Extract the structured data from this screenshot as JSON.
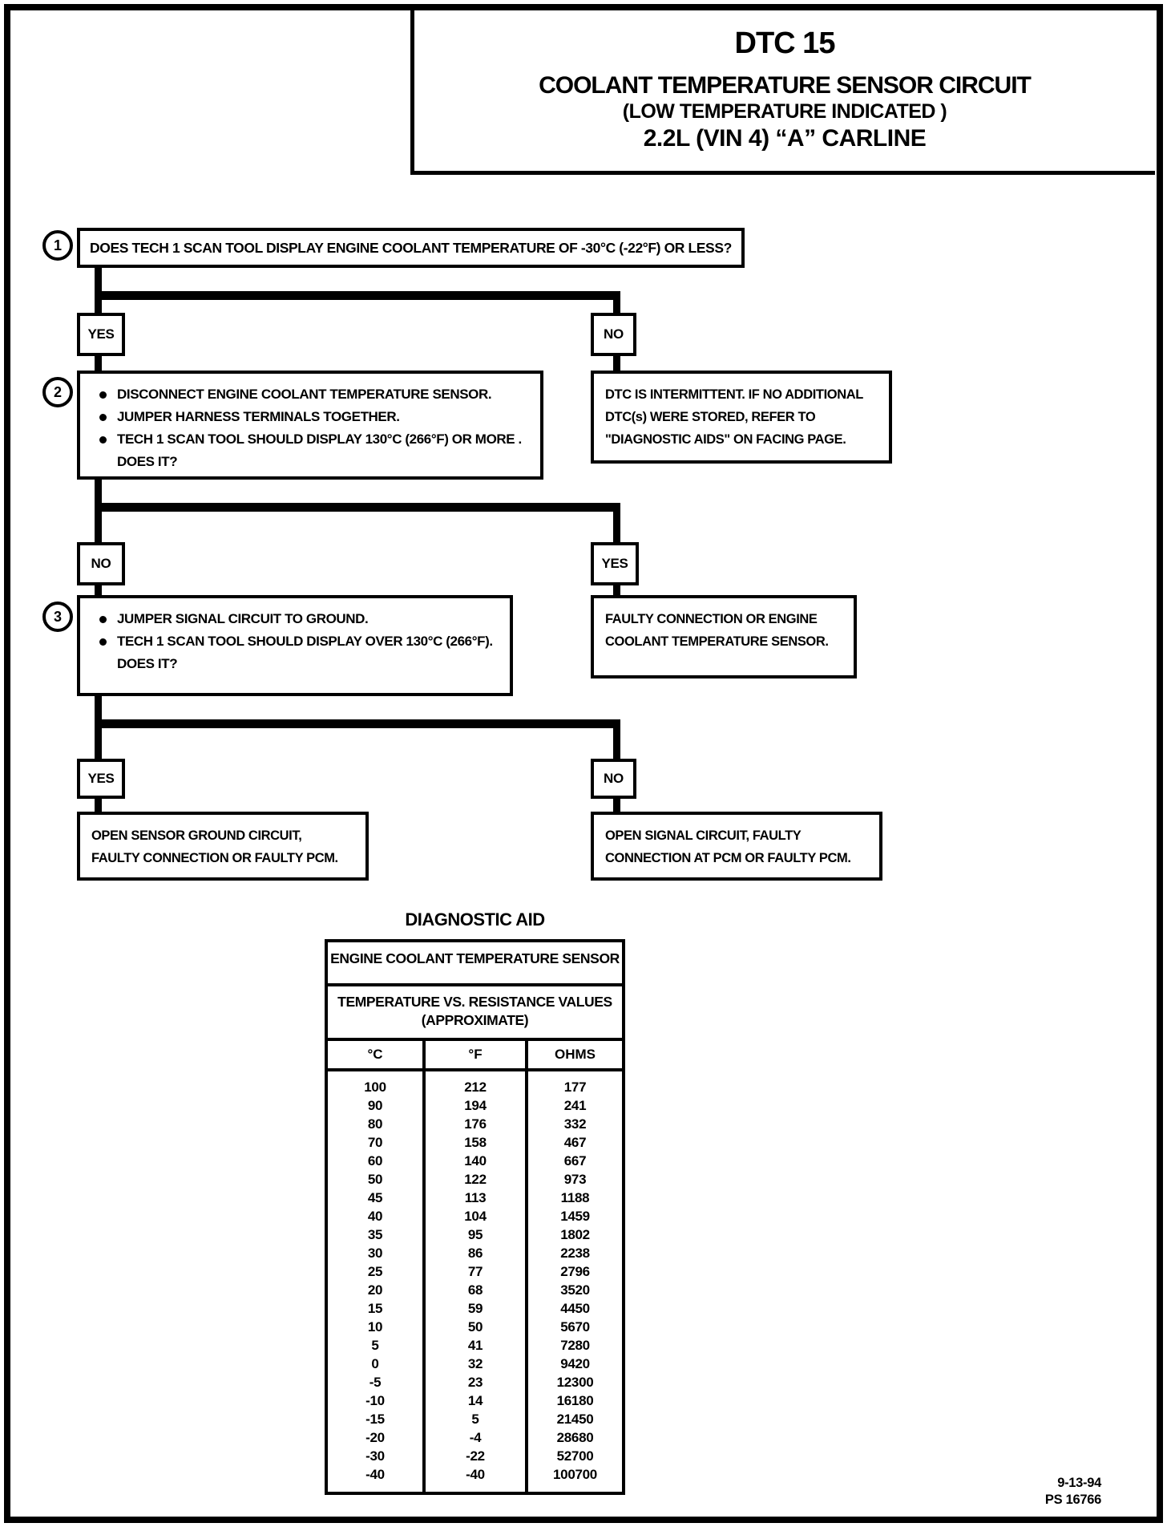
{
  "header": {
    "dtc_code": "DTC 15",
    "title": "COOLANT TEMPERATURE SENSOR CIRCUIT",
    "subtitle": "(LOW TEMPERATURE INDICATED )",
    "engine": "2.2L  (VIN 4)  “A”  CARLINE"
  },
  "flowchart": {
    "step1": {
      "number": "1",
      "question": "DOES TECH 1 SCAN TOOL DISPLAY ENGINE COOLANT TEMPERATURE OF -30°C  (-22°F) OR LESS?",
      "yes_label": "YES",
      "no_label": "NO"
    },
    "step2": {
      "number": "2",
      "bullets": [
        "DISCONNECT ENGINE COOLANT TEMPERATURE SENSOR.",
        "JUMPER HARNESS TERMINALS TOGETHER.",
        "TECH 1 SCAN TOOL SHOULD DISPLAY 130°C (266°F) OR MORE ."
      ],
      "question": "DOES IT?",
      "no_label": "NO",
      "yes_label": "YES"
    },
    "intermittent_result": {
      "lines": [
        "DTC IS INTERMITTENT.  IF NO ADDITIONAL",
        "DTC(s) WERE STORED, REFER TO",
        "\"DIAGNOSTIC AIDS\" ON FACING PAGE."
      ]
    },
    "step3": {
      "number": "3",
      "bullets": [
        "JUMPER SIGNAL CIRCUIT TO GROUND.",
        "TECH 1 SCAN TOOL SHOULD DISPLAY OVER 130°C (266°F)."
      ],
      "question": "DOES IT?",
      "yes_label": "YES",
      "no_label": "NO"
    },
    "faulty_result": {
      "lines": [
        "FAULTY CONNECTION OR ENGINE",
        "COOLANT TEMPERATURE SENSOR."
      ]
    },
    "ground_result": {
      "lines": [
        "OPEN SENSOR GROUND CIRCUIT,",
        "FAULTY CONNECTION OR FAULTY PCM."
      ]
    },
    "signal_result": {
      "lines": [
        "OPEN SIGNAL CIRCUIT, FAULTY",
        "CONNECTION AT PCM OR FAULTY PCM."
      ]
    }
  },
  "diagnostic_aid": {
    "heading": "DIAGNOSTIC AID",
    "table": {
      "title": "ENGINE COOLANT TEMPERATURE SENSOR",
      "subtitle_lines": [
        "TEMPERATURE VS. RESISTANCE VALUES",
        "(APPROXIMATE)"
      ],
      "columns": [
        "°C",
        "°F",
        "OHMS"
      ],
      "rows": [
        [
          "100",
          "212",
          "177"
        ],
        [
          "90",
          "194",
          "241"
        ],
        [
          "80",
          "176",
          "332"
        ],
        [
          "70",
          "158",
          "467"
        ],
        [
          "60",
          "140",
          "667"
        ],
        [
          "50",
          "122",
          "973"
        ],
        [
          "45",
          "113",
          "1188"
        ],
        [
          "40",
          "104",
          "1459"
        ],
        [
          "35",
          "95",
          "1802"
        ],
        [
          "30",
          "86",
          "2238"
        ],
        [
          "25",
          "77",
          "2796"
        ],
        [
          "20",
          "68",
          "3520"
        ],
        [
          "15",
          "59",
          "4450"
        ],
        [
          "10",
          "50",
          "5670"
        ],
        [
          "5",
          "41",
          "7280"
        ],
        [
          "0",
          "32",
          "9420"
        ],
        [
          "-5",
          "23",
          "12300"
        ],
        [
          "-10",
          "14",
          "16180"
        ],
        [
          "-15",
          "5",
          "21450"
        ],
        [
          "-20",
          "-4",
          "28680"
        ],
        [
          "-30",
          "-22",
          "52700"
        ],
        [
          "-40",
          "-40",
          "100700"
        ]
      ]
    }
  },
  "footer": {
    "date": "9-13-94",
    "doc_number": "PS 16766"
  }
}
